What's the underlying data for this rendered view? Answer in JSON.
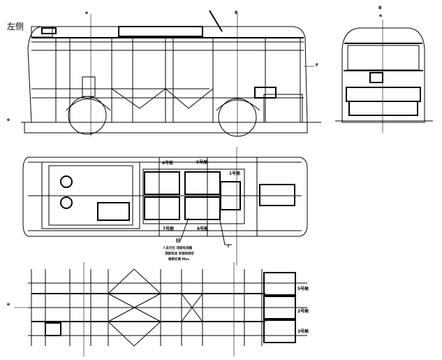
{
  "side_view": {
    "title": "左侧",
    "marker_front_axle": "e",
    "marker_rear_axle": "B",
    "marker_ground": "e",
    "marker_right": "F"
  },
  "front_view": {
    "marker_top": "B",
    "marker_center": "e"
  },
  "plan_view": {
    "compartment_labels": [
      "4号舱",
      "5号舱",
      "1号舱",
      "7号舱",
      "6号舱"
    ],
    "callout_ii": "II",
    "callout_t": "T",
    "note_lines": [
      "人员可在 顶部电池箱",
      "顶部电池 安装检修区",
      "维修区域 Max"
    ]
  },
  "chassis_view": {
    "marker_left": "e",
    "compartment_labels": [
      "5号舱",
      "2号舱",
      "3号舱"
    ]
  }
}
